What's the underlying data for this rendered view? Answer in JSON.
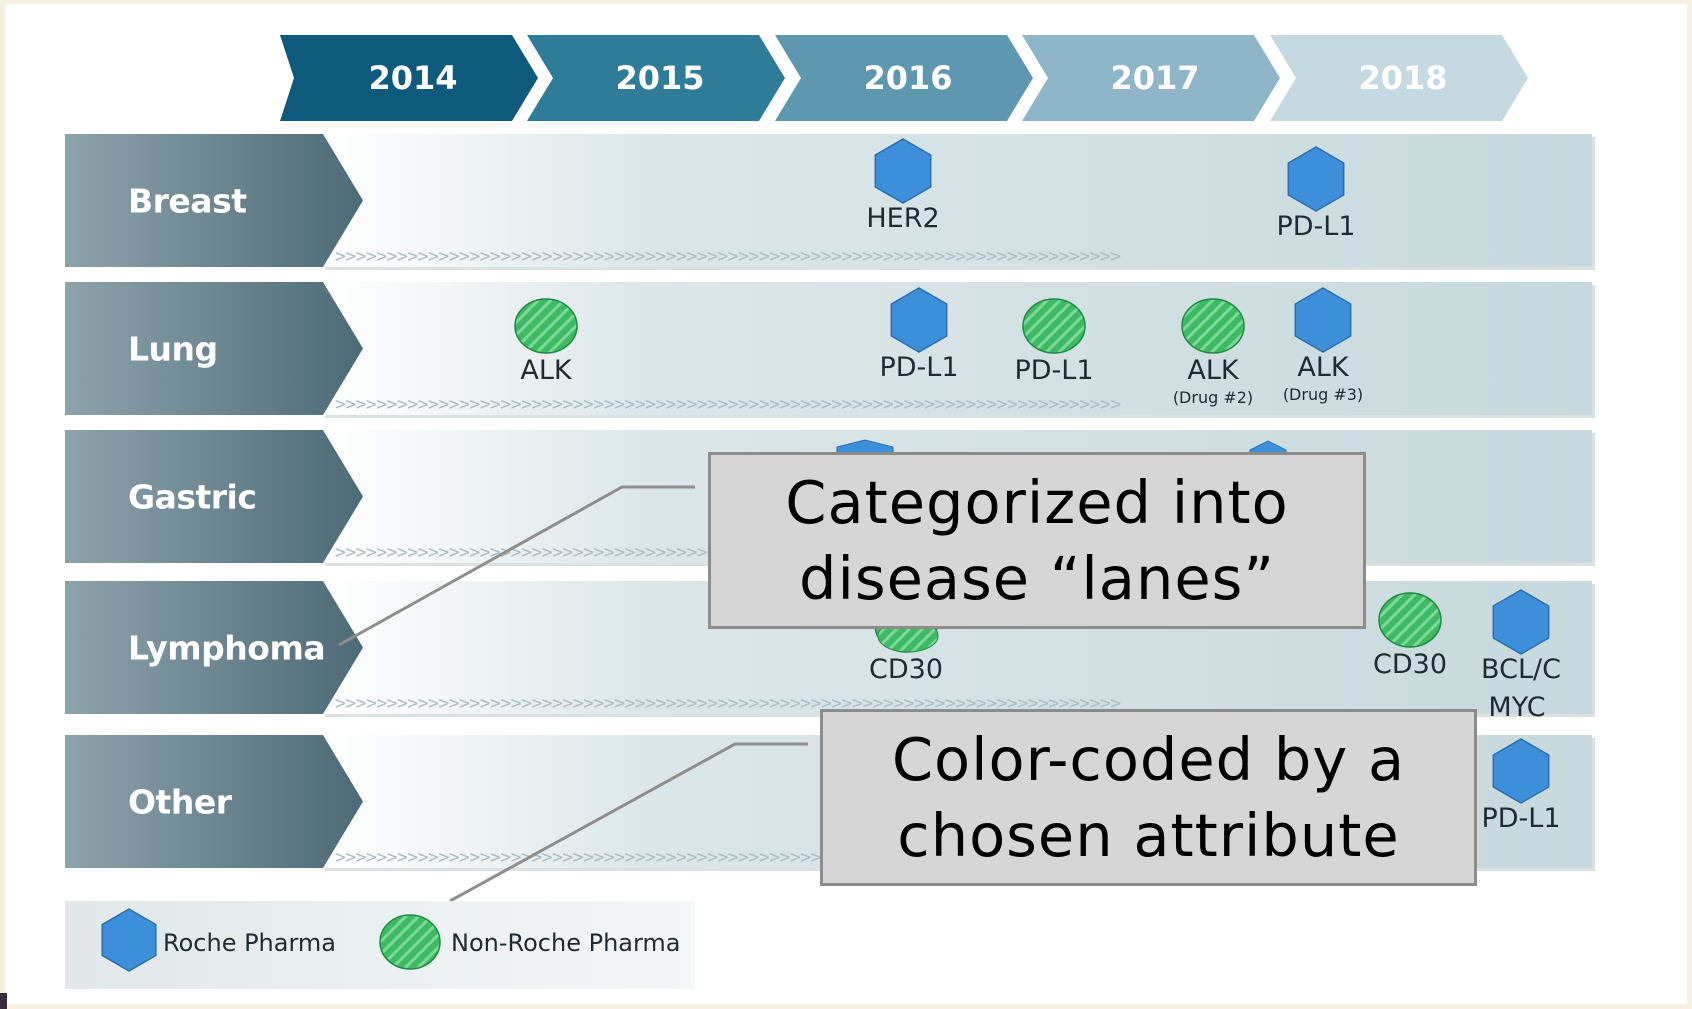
{
  "years": [
    "2014",
    "2015",
    "2016",
    "2017",
    "2018"
  ],
  "lanes": [
    {
      "label": "Breast",
      "markers": [
        {
          "shape": "hex",
          "label": "HER2",
          "sub": ""
        },
        {
          "shape": "hex",
          "label": "PD-L1",
          "sub": ""
        }
      ]
    },
    {
      "label": "Lung",
      "markers": [
        {
          "shape": "circle",
          "label": "ALK",
          "sub": ""
        },
        {
          "shape": "hex",
          "label": "PD-L1",
          "sub": ""
        },
        {
          "shape": "circle",
          "label": "PD-L1",
          "sub": ""
        },
        {
          "shape": "circle",
          "label": "ALK",
          "sub": "(Drug #2)"
        },
        {
          "shape": "hex",
          "label": "ALK",
          "sub": "(Drug #3)"
        }
      ]
    },
    {
      "label": "Gastric",
      "markers": []
    },
    {
      "label": "Lymphoma",
      "markers": [
        {
          "shape": "circle",
          "label": "CD30",
          "sub": ""
        },
        {
          "shape": "circle",
          "label": "CD30",
          "sub": ""
        },
        {
          "shape": "hex",
          "label": "BCL/C",
          "sub": "MYC"
        }
      ]
    },
    {
      "label": "Other",
      "markers": [
        {
          "shape": "hex",
          "label": "PD-L1",
          "sub": ""
        }
      ]
    }
  ],
  "legend": [
    {
      "shape": "hex",
      "label": "Roche Pharma"
    },
    {
      "shape": "circle",
      "label": "Non-Roche Pharma"
    }
  ],
  "callouts": [
    {
      "line1": "Categorized into",
      "line2": "disease “lanes”"
    },
    {
      "line1": "Color-coded by a",
      "line2": "chosen attribute"
    }
  ],
  "colors": {
    "roche": "#3d8fd9",
    "non_roche": "#3dbb62",
    "year_banner": [
      "#0e5a7c",
      "#2f7c99",
      "#5e98b0",
      "#8fb6c8",
      "#c4d9e2"
    ],
    "lane_header": "#5f7c88",
    "lane_band": "#c7d9dc"
  }
}
